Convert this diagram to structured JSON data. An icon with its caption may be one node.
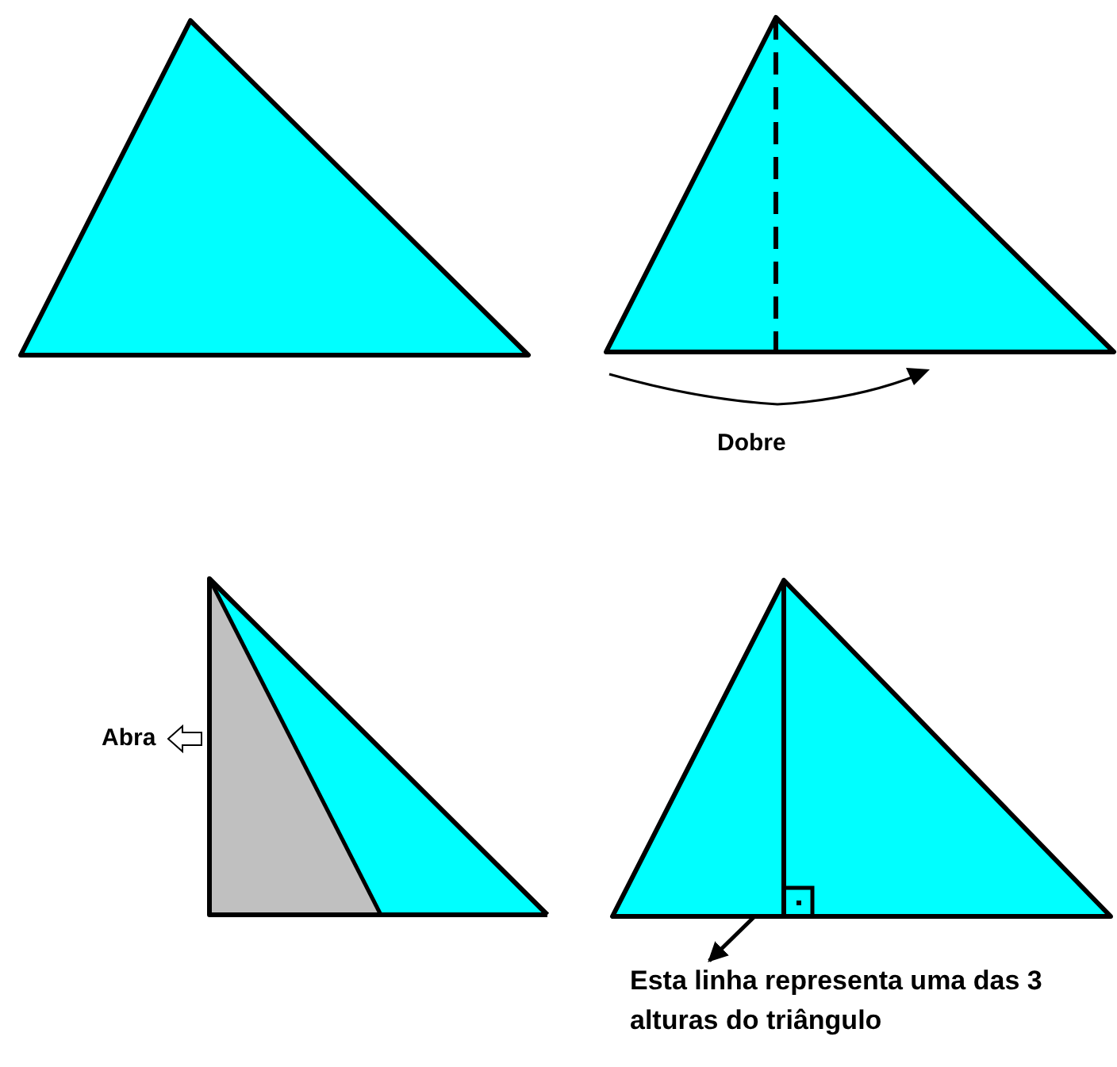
{
  "diagram": {
    "nodes": [
      {
        "text": [],
        "shape": "triangle"
      },
      {
        "text": [
          "Esta linha representa uma das 3 alturas do triângulo"
        ]
      }
    ],
    "edges": [
      {
        "from": 0,
        "to": 1,
        "arrow": "to"
      }
    ],
    "labels": [
      "Dobre",
      "Abra"
    ]
  }
}
